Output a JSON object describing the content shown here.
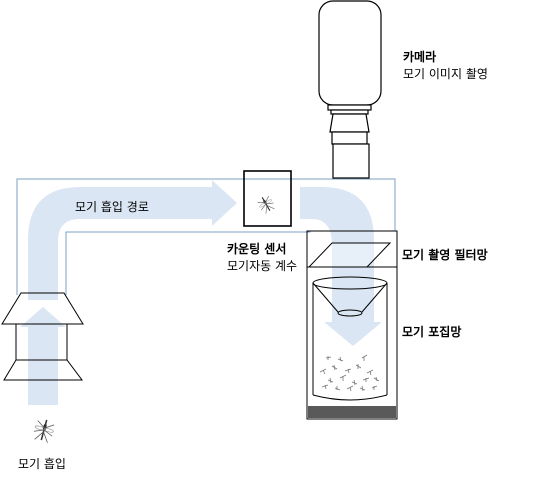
{
  "labels": {
    "camera_title": "카메라",
    "camera_desc": "모기 이미지 촬영",
    "path_label": "모기 흡입 경로",
    "sensor_title": "카운팅 센서",
    "sensor_desc": "모기자동 계수",
    "filter_label": "모기 촬영 필터망",
    "trap_label": "모기 포집망",
    "inlet_label": "모기 흡입"
  },
  "colors": {
    "flow_arrow": "#dbe6f4",
    "duct_line": "#7f9fc4",
    "outline": "#000000",
    "trap_base": "#595959"
  },
  "icons": [
    "mosquito-icon",
    "camera-icon",
    "flow-arrow",
    "filter-net",
    "collection-funnel"
  ]
}
